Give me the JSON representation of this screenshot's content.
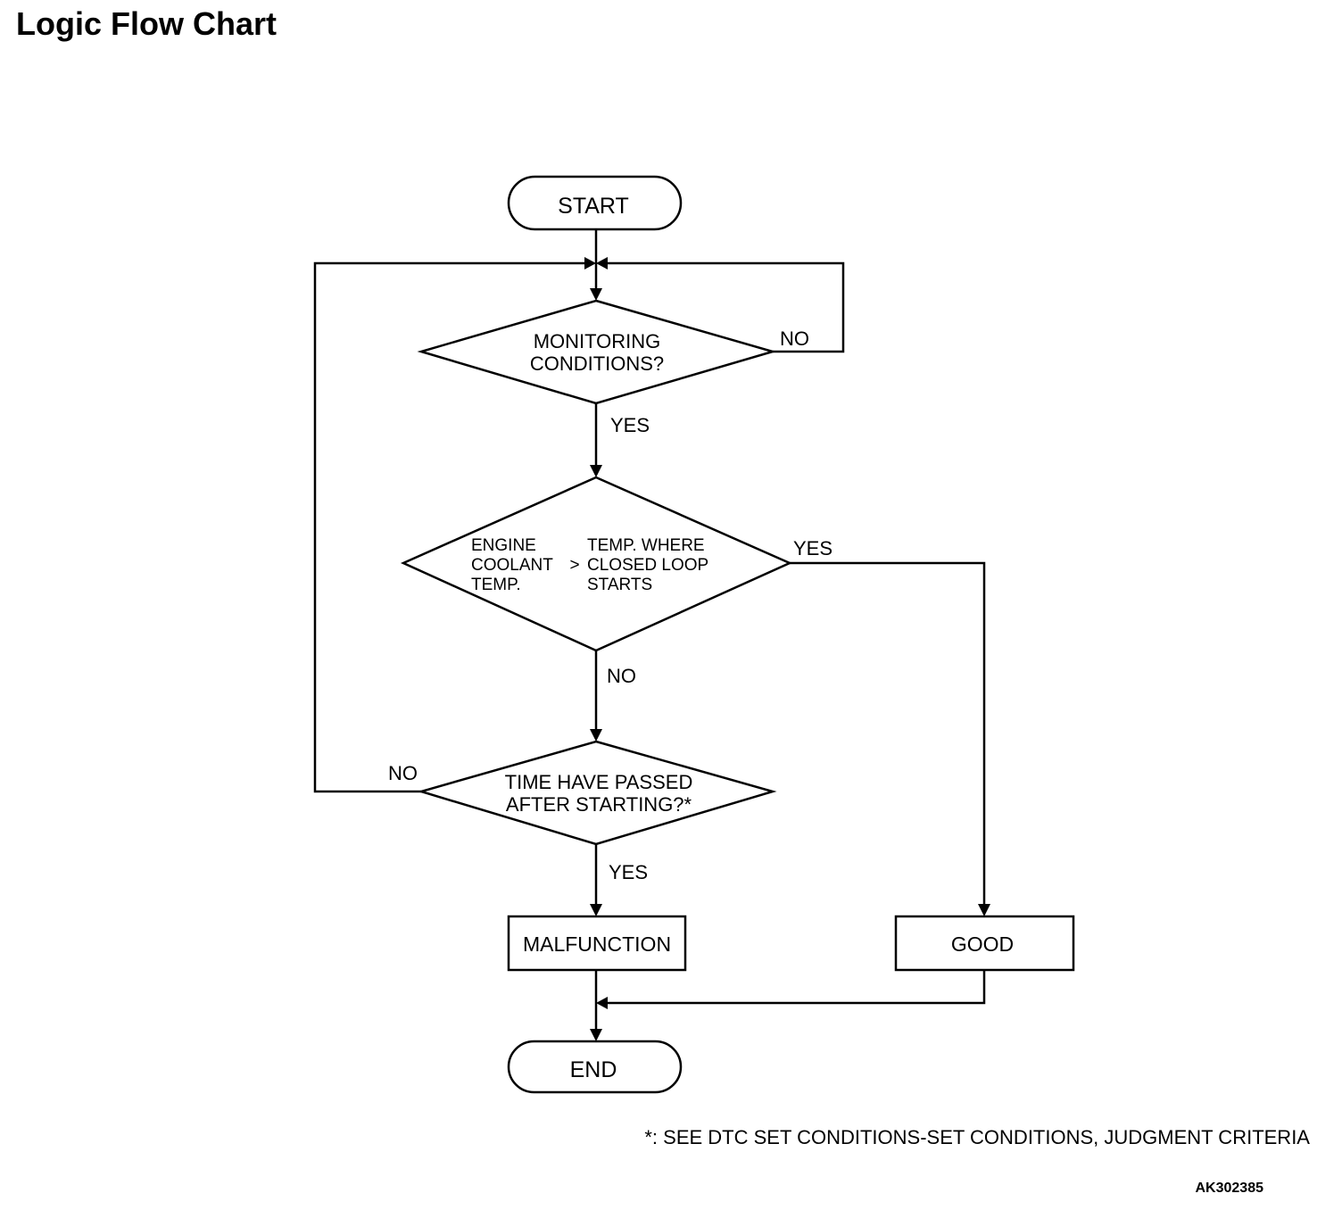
{
  "title": "Logic Flow Chart",
  "nodes": {
    "start": "START",
    "monitoring": [
      "MONITORING",
      "CONDITIONS?"
    ],
    "coolant": {
      "left": [
        "ENGINE",
        "COOLANT",
        "TEMP."
      ],
      "operator": ">",
      "right": [
        "TEMP. WHERE",
        "CLOSED LOOP",
        "STARTS"
      ]
    },
    "time": [
      "TIME HAVE PASSED",
      "AFTER STARTING?*"
    ],
    "malfunction": "MALFUNCTION",
    "good": "GOOD",
    "end": "END"
  },
  "edge_labels": {
    "monitoring_no": "NO",
    "monitoring_yes": "YES",
    "coolant_yes": "YES",
    "coolant_no": "NO",
    "time_no": "NO",
    "time_yes": "YES"
  },
  "footnote": "*: SEE DTC SET CONDITIONS-SET CONDITIONS, JUDGMENT CRITERIA",
  "figure_id": "AK302385"
}
